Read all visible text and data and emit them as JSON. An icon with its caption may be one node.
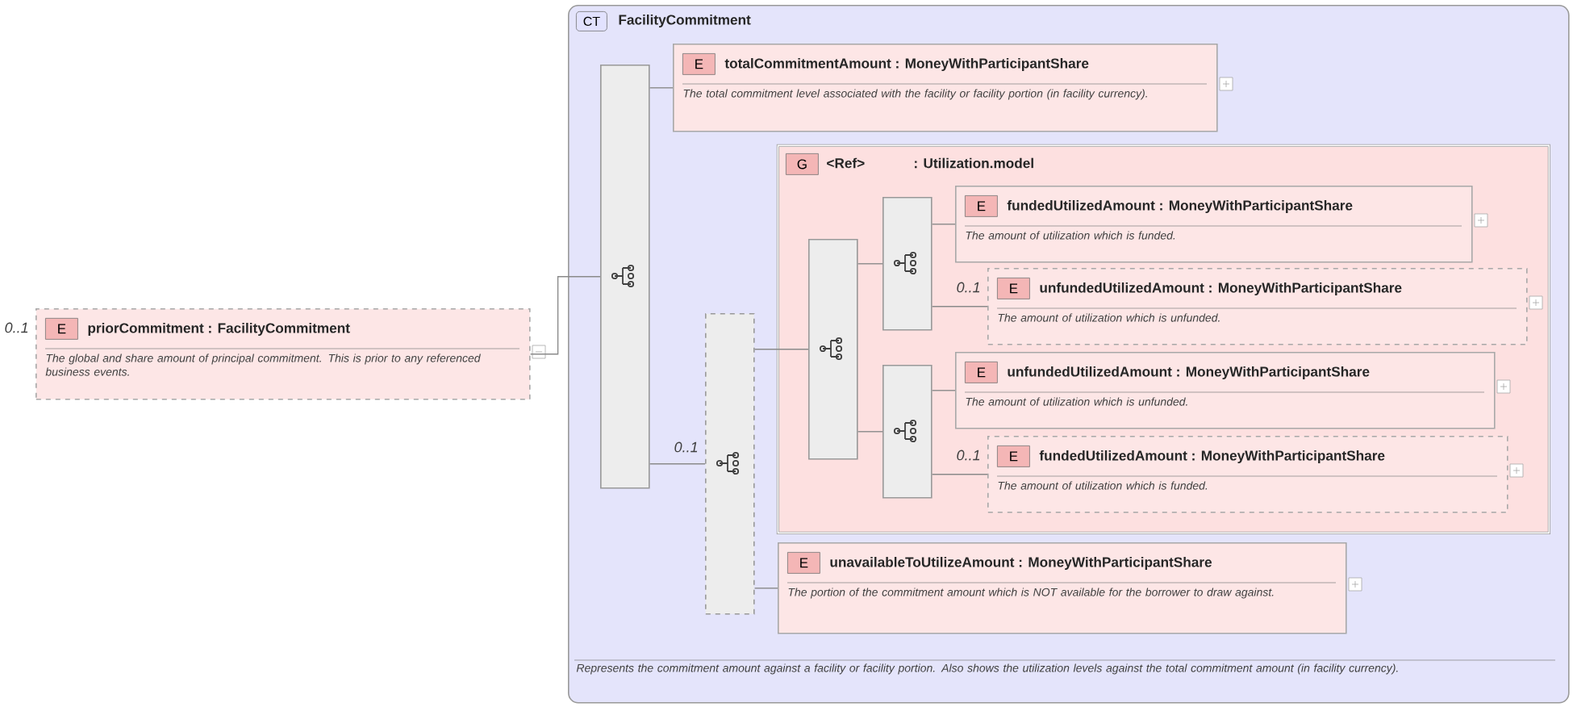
{
  "diagram": {
    "nodes": [
      {
        "text": [
          "E",
          "priorCommitment : FacilityCommitment",
          "The global and share amount of principal commitment. This is prior to any referenced business events."
        ],
        "beside": [
          "0..1"
        ]
      },
      {
        "text": [
          "CT",
          "FacilityCommitment",
          "Represents the commitment amount against a facility or facility portion. Also shows the utilization levels against the total commitment amount (in facility currency)."
        ]
      },
      {
        "text": [],
        "shape": "box",
        "in": 1
      },
      {
        "text": [
          "E",
          "totalCommitmentAmount : MoneyWithParticipantShare",
          "The total commitment level associated with the facility or facility portion (in facility currency)."
        ],
        "in": 1
      },
      {
        "text": [],
        "shape": "box",
        "in": 1,
        "beside": [
          "0..1"
        ]
      },
      {
        "text": [
          "G",
          "<Ref>",
          ": Utilization.model"
        ],
        "in": 1
      },
      {
        "text": [],
        "shape": "box",
        "in": 5
      },
      {
        "text": [],
        "shape": "box",
        "in": 5
      },
      {
        "text": [
          "E",
          "fundedUtilizedAmount : MoneyWithParticipantShare",
          "The amount of utilization which is funded."
        ],
        "in": 5
      },
      {
        "text": [
          "E",
          "unfundedUtilizedAmount : MoneyWithParticipantShare",
          "The amount of utilization which is unfunded."
        ],
        "in": 5,
        "beside": [
          "0..1"
        ]
      },
      {
        "text": [],
        "shape": "box",
        "in": 5
      },
      {
        "text": [
          "E",
          "unfundedUtilizedAmount : MoneyWithParticipantShare",
          "The amount of utilization which is unfunded."
        ],
        "in": 5
      },
      {
        "text": [
          "E",
          "fundedUtilizedAmount : MoneyWithParticipantShare",
          "The amount of utilization which is funded."
        ],
        "in": 5,
        "beside": [
          "0..1"
        ]
      },
      {
        "text": [
          "E",
          "unavailableToUtilizeAmount : MoneyWithParticipantShare",
          "The portion of the commitment amount which is NOT available for the borrower to draw against."
        ],
        "in": 1
      }
    ],
    "edges": [
      {
        "from": 0,
        "to": 2,
        "arrow": "none"
      },
      {
        "from": 2,
        "to": 3,
        "arrow": "none"
      },
      {
        "from": 2,
        "to": 4,
        "arrow": "none"
      },
      {
        "from": 4,
        "to": 6,
        "arrow": "none"
      },
      {
        "from": 4,
        "to": 13,
        "arrow": "none"
      },
      {
        "from": 6,
        "to": 7,
        "arrow": "none"
      },
      {
        "from": 6,
        "to": 10,
        "arrow": "none"
      },
      {
        "from": 7,
        "to": 8,
        "arrow": "none"
      },
      {
        "from": 7,
        "to": 9,
        "arrow": "none"
      },
      {
        "from": 10,
        "to": 11,
        "arrow": "none"
      },
      {
        "from": 10,
        "to": 12,
        "arrow": "none"
      }
    ]
  }
}
